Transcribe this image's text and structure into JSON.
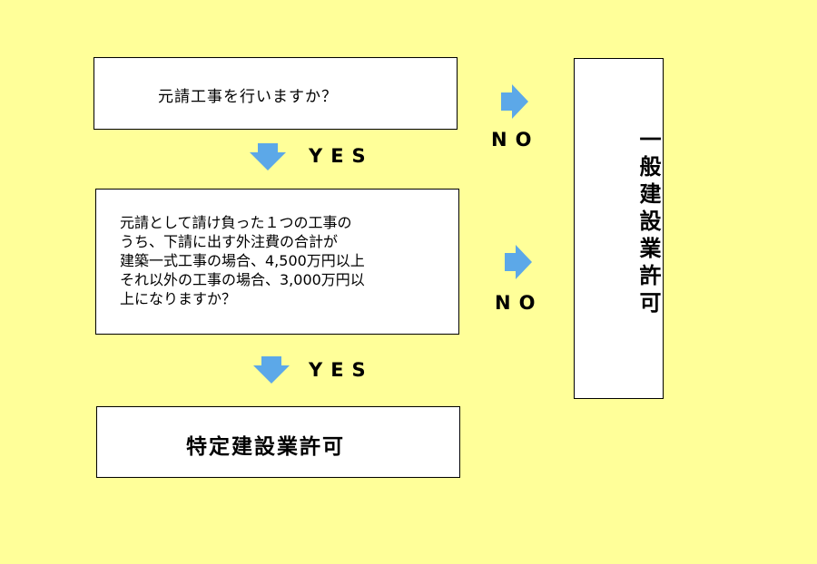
{
  "boxes": {
    "q1": "元請工事を行いますか？",
    "q2": "元請として請け負った１つの工事の\nうち、下請に出す外注費の合計が\n建築一式工事の場合、4,500万円以上\nそれ以外の工事の場合、3,000万円以\n上になりますか？",
    "result": "特定建設業許可",
    "general": "一般建設業許可"
  },
  "labels": {
    "yes1": "YES",
    "yes2": "YES",
    "no1": "NO",
    "no2": "NO"
  },
  "colors": {
    "background": "#FFFF99",
    "arrow": "#5CA8E8"
  }
}
